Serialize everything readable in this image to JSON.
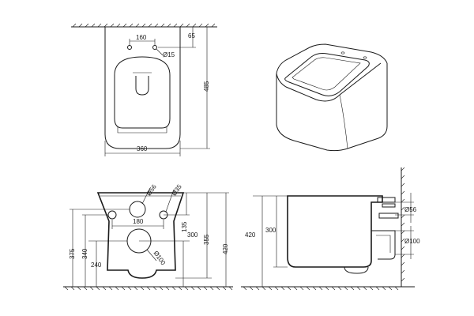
{
  "top_view": {
    "dim_hole_spacing": "160",
    "dim_edge_offset": "65",
    "dim_hole_dia": "Ø15",
    "dim_length": "485",
    "dim_width": "360"
  },
  "rear_view": {
    "dim_big_hole": "Ø56",
    "dim_side_hole": "Ø35",
    "dim_fix_spacing": "180",
    "dim_135": "135",
    "dim_300": "300",
    "dim_355": "355",
    "dim_420": "420",
    "dim_375": "375",
    "dim_340": "340",
    "dim_240": "240",
    "dim_outlet": "Ø100"
  },
  "side_view": {
    "dim_420": "420",
    "dim_300": "300",
    "dim_inlet": "Ø56",
    "dim_outlet": "Ø100"
  }
}
